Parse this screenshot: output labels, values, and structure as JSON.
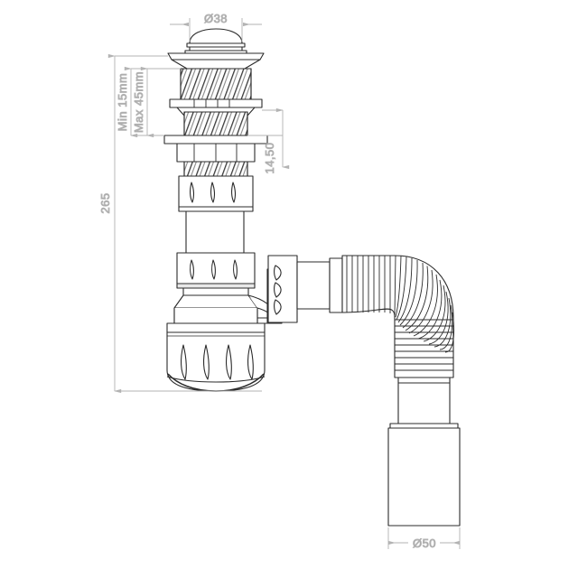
{
  "drawing": {
    "title": "bottle-trap-technical-drawing",
    "background_color": "#ffffff",
    "line_color": "#2b2b2b",
    "dimension_color": "#b3b3b3",
    "dimension_text_color": "#9a9a9a"
  },
  "dimensions": {
    "top_diameter": "Ø38",
    "bottom_diameter": "Ø50",
    "overall_height": "265",
    "offset": "14,50",
    "thickness_min": "Min 15mm",
    "thickness_max": "Max 45mm"
  },
  "components": {
    "pop_up_cap": "pop-up-waste-cap",
    "flange": "waste-flange",
    "thread_upper": "upper-threaded-shank",
    "lock_nut": "lock-nut",
    "thread_lower": "lower-threaded-shank",
    "backnut": "backnut",
    "grip_collar_top": "grip-ribbed-collar",
    "riser_tube": "riser-tube",
    "grip_collar_mid": "grip-ribbed-nut",
    "trap_body": "bottle-trap-body",
    "trap_cup": "bottle-trap-cup",
    "outlet_nut": "ribbed-outlet-nut",
    "hose_straight": "hose-inlet-sleeve",
    "hose_flexible": "flexible-corrugated-hose",
    "hose_outlet": "hose-outlet-tube",
    "hose_socket": "outlet-socket"
  }
}
